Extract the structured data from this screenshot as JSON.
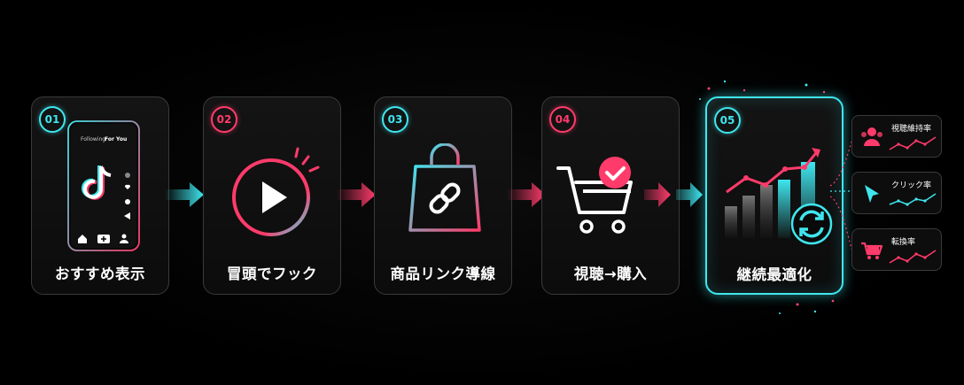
{
  "steps": [
    {
      "number": "01",
      "label": "おすすめ表示",
      "accent": "#3fe6ee"
    },
    {
      "number": "02",
      "label": "冒頭でフック",
      "accent": "#ff3b6b"
    },
    {
      "number": "03",
      "label": "商品リンク導線",
      "accent": "#3fe6ee"
    },
    {
      "number": "04",
      "label": "視聴→購入",
      "accent": "#ff3b6b"
    },
    {
      "number": "05",
      "label": "継続最適化",
      "accent": "#3fe6ee"
    }
  ],
  "phone": {
    "tab_following": "Following",
    "tab_for_you": "For You"
  },
  "metrics": [
    {
      "label": "視聴維持率",
      "icon": "users-icon"
    },
    {
      "label": "クリック率",
      "icon": "cursor-icon"
    },
    {
      "label": "転換率",
      "icon": "cart-icon"
    }
  ],
  "colors": {
    "cyan": "#3fe6ee",
    "pink": "#ff3b6b",
    "background": "#000000"
  }
}
